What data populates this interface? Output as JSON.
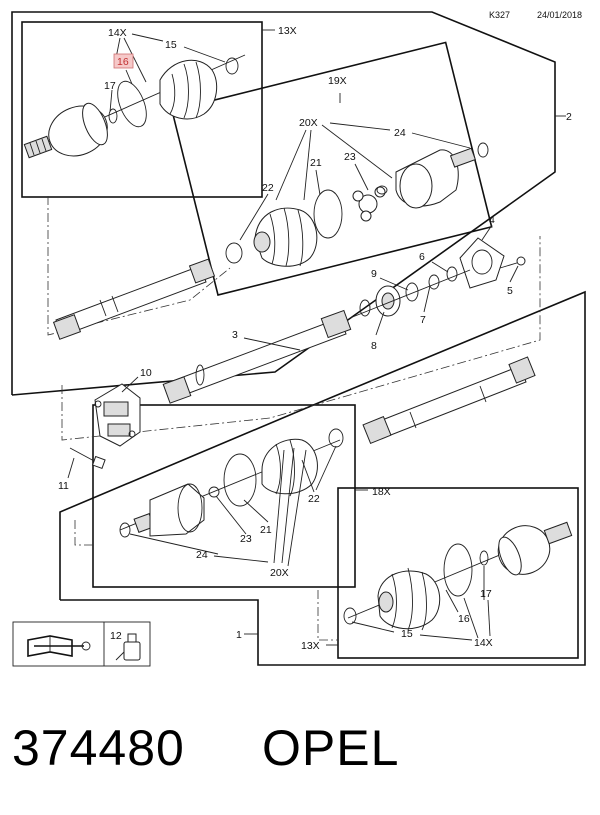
{
  "header": {
    "ref": "K327",
    "date": "24/01/2018"
  },
  "callouts": {
    "c1": "1",
    "c2": "2",
    "c3": "3",
    "c4": "4",
    "c5": "5",
    "c6": "6",
    "c7": "7",
    "c8": "8",
    "c9": "9",
    "c10": "10",
    "c11": "11",
    "c12": "12",
    "c13x_top": "13X",
    "c13x_bot": "13X",
    "c14x_top": "14X",
    "c14x_bot": "14X",
    "c15_top": "15",
    "c15_bot": "15",
    "c16_top": "16",
    "c16_bot": "16",
    "c17_top": "17",
    "c17_bot": "17",
    "c18x": "18X",
    "c19x": "19X",
    "c20x_top": "20X",
    "c20x_bot": "20X",
    "c21_top": "21",
    "c21_bot": "21",
    "c22_top": "22",
    "c22_bot": "22",
    "c23_top": "23",
    "c23_bot": "23",
    "c24_top": "24",
    "c24_bot": "24"
  },
  "highlight_color": "#f6c9c9",
  "footer": {
    "part_number": "374480",
    "brand": "OPEL"
  }
}
